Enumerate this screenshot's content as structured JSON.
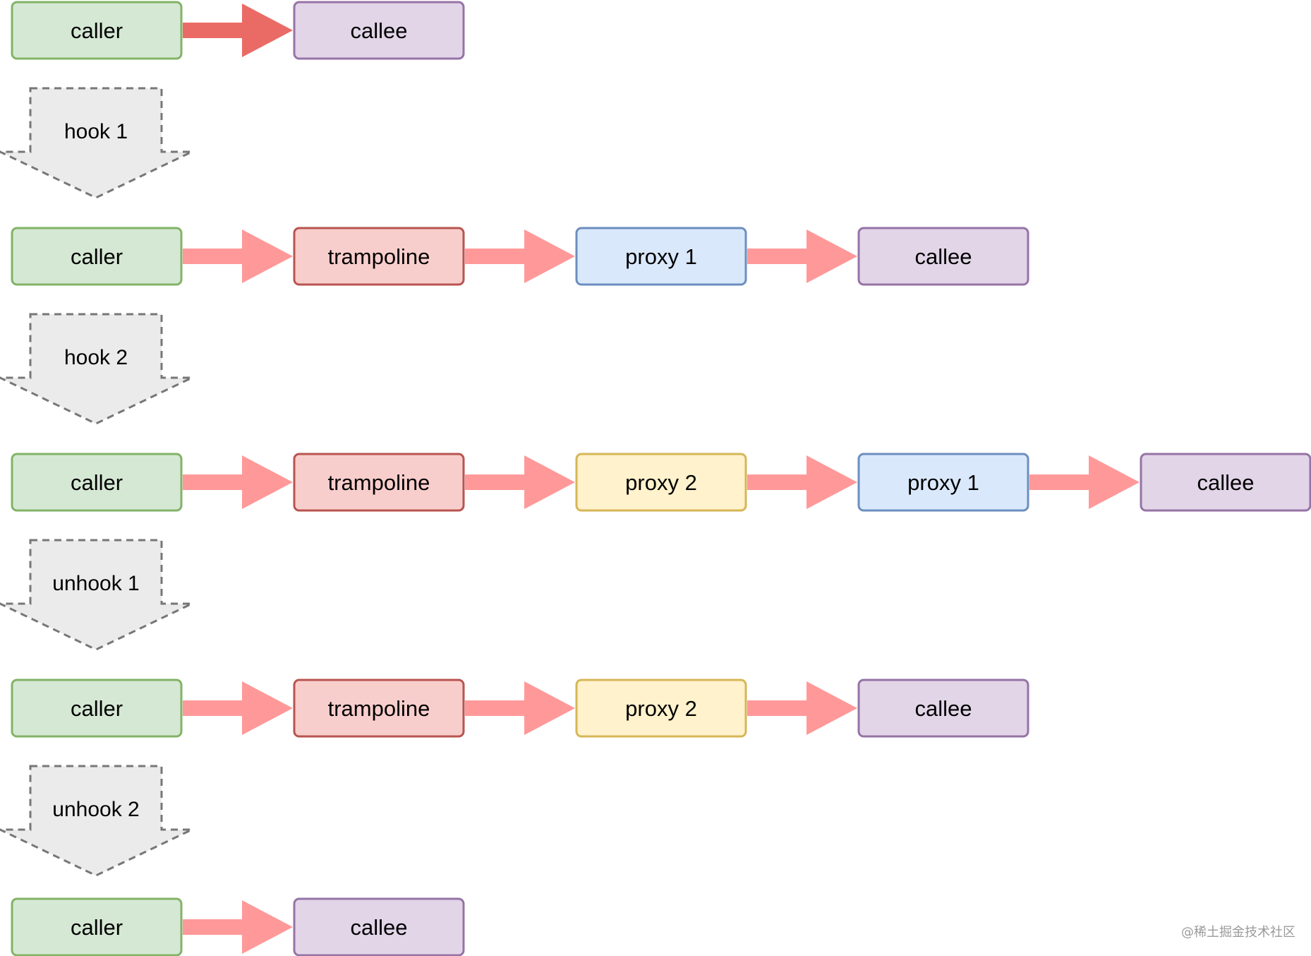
{
  "colors": {
    "caller": {
      "fill": "#d5e8d4",
      "stroke": "#82b366"
    },
    "trampoline": {
      "fill": "#f8cecc",
      "stroke": "#b85450"
    },
    "proxy_1": {
      "fill": "#dae8fc",
      "stroke": "#6c8ebf"
    },
    "proxy_2": {
      "fill": "#fff2cc",
      "stroke": "#d6b656"
    },
    "callee": {
      "fill": "#e1d5e7",
      "stroke": "#9673a6"
    },
    "arrow_first": "#ea6b66",
    "arrow": "#ff9999",
    "step_fill": "#ebebeb",
    "step_stroke": "#777777"
  },
  "rows": [
    {
      "nodes": [
        {
          "kind": "caller",
          "label": "caller"
        },
        {
          "kind": "callee",
          "label": "callee"
        }
      ]
    },
    {
      "nodes": [
        {
          "kind": "caller",
          "label": "caller"
        },
        {
          "kind": "trampoline",
          "label": "trampoline"
        },
        {
          "kind": "proxy_1",
          "label": "proxy 1"
        },
        {
          "kind": "callee",
          "label": "callee"
        }
      ]
    },
    {
      "nodes": [
        {
          "kind": "caller",
          "label": "caller"
        },
        {
          "kind": "trampoline",
          "label": "trampoline"
        },
        {
          "kind": "proxy_2",
          "label": "proxy 2"
        },
        {
          "kind": "proxy_1",
          "label": "proxy 1"
        },
        {
          "kind": "callee",
          "label": "callee"
        }
      ]
    },
    {
      "nodes": [
        {
          "kind": "caller",
          "label": "caller"
        },
        {
          "kind": "trampoline",
          "label": "trampoline"
        },
        {
          "kind": "proxy_2",
          "label": "proxy 2"
        },
        {
          "kind": "callee",
          "label": "callee"
        }
      ]
    },
    {
      "nodes": [
        {
          "kind": "caller",
          "label": "caller"
        },
        {
          "kind": "callee",
          "label": "callee"
        }
      ]
    }
  ],
  "steps": [
    {
      "label": "hook 1"
    },
    {
      "label": "hook 2"
    },
    {
      "label": "unhook 1"
    },
    {
      "label": "unhook 2"
    }
  ],
  "watermark": "@稀土掘金技术社区"
}
